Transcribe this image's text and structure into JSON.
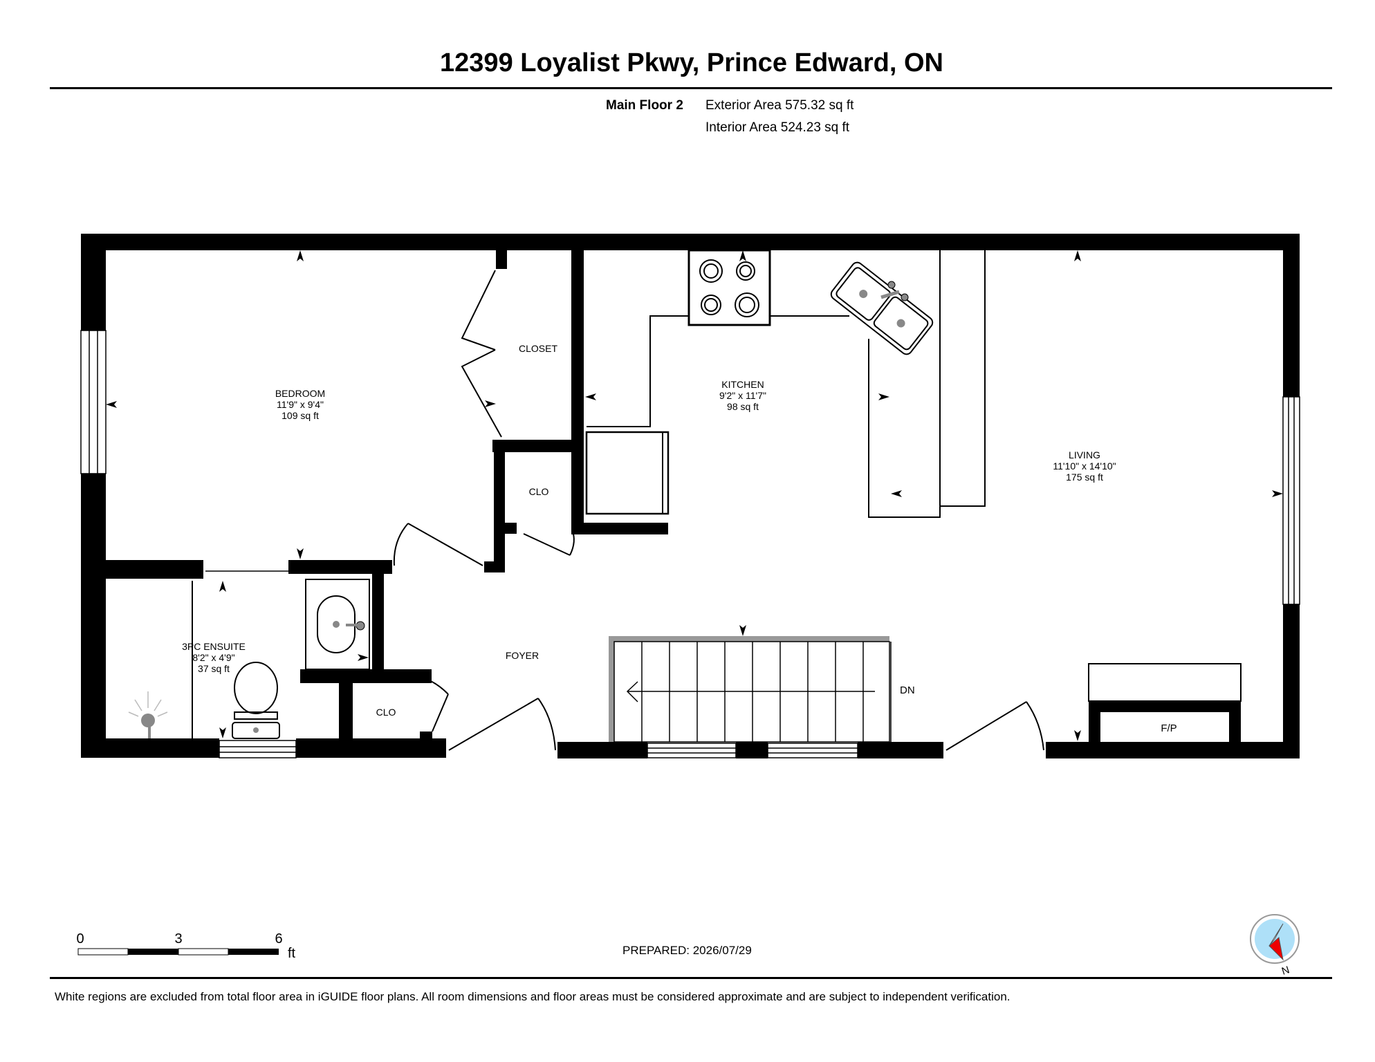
{
  "title": "12399 Loyalist Pkwy, Prince Edward, ON",
  "floor": {
    "name": "Main Floor 2",
    "exterior_area": "Exterior Area 575.32 sq ft",
    "interior_area": "Interior Area 524.23 sq ft"
  },
  "rooms": {
    "bedroom": {
      "name": "BEDROOM",
      "dims": "11'9\" x 9'4\"",
      "area": "109 sq ft"
    },
    "closet": {
      "name": "CLOSET"
    },
    "clo_upper": {
      "name": "CLO"
    },
    "kitchen": {
      "name": "KITCHEN",
      "dims": "9'2\" x 11'7\"",
      "area": "98 sq ft"
    },
    "living": {
      "name": "LIVING",
      "dims": "11'10\" x 14'10\"",
      "area": "175 sq ft"
    },
    "ensuite": {
      "name": "3PC ENSUITE",
      "dims": "8'2\" x 4'9\"",
      "area": "37 sq ft"
    },
    "foyer": {
      "name": "FOYER"
    },
    "clo_lower": {
      "name": "CLO"
    }
  },
  "fixtures": {
    "stairs_label": "DN",
    "fireplace_label": "F/P"
  },
  "scale": {
    "ticks": [
      "0",
      "3",
      "6"
    ],
    "unit": "ft"
  },
  "compass": {
    "label": "N"
  },
  "prepared": "PREPARED: 2026/07/29",
  "disclaimer": "White regions are excluded from total floor area in iGUIDE floor plans. All room dimensions and floor areas must be considered approximate and are subject to independent verification."
}
